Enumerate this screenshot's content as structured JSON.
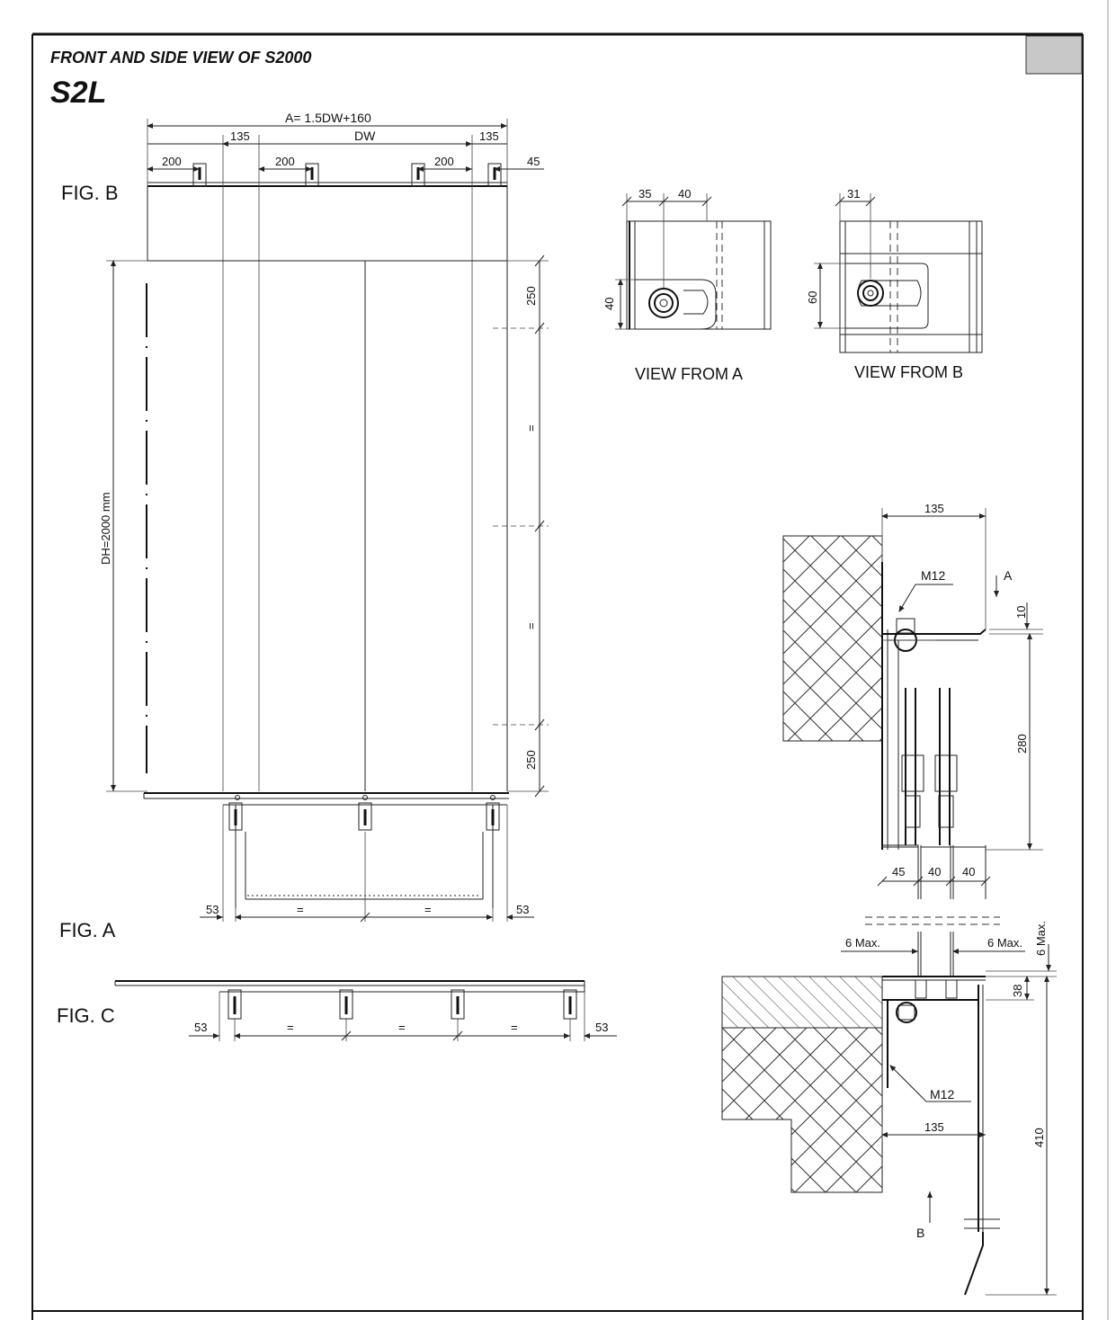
{
  "header": {
    "subtitle": "FRONT AND SIDE VIEW OF S2000",
    "title": "S2L"
  },
  "figures": {
    "fig_a": "FIG. A",
    "fig_b": "FIG. B",
    "fig_c": "FIG. C"
  },
  "views": {
    "view_a": "VIEW FROM A",
    "view_b": "VIEW FROM B"
  },
  "fig_b_dims": {
    "overall": "A= 1.5DW+160",
    "dw": "DW",
    "side_left": "135",
    "side_right": "135",
    "bracket_1": "200",
    "bracket_2": "200",
    "bracket_3": "200",
    "edge": "45"
  },
  "fig_a_dims": {
    "height": "DH=2000 mm",
    "top": "250",
    "bottom": "250",
    "mid_1": "=",
    "mid_2": "=",
    "edge_left": "53",
    "edge_right": "53",
    "span_1": "=",
    "span_2": "="
  },
  "fig_c_dims": {
    "edge_left": "53",
    "edge_right": "53",
    "span_1": "=",
    "span_2": "=",
    "span_3": "="
  },
  "view_a_dims": {
    "w1": "35",
    "w2": "40",
    "h": "40"
  },
  "view_b_dims": {
    "w": "31",
    "h": "60"
  },
  "section_dims": {
    "top_width": "135",
    "bolt_top": "M12",
    "arrow_a": "A",
    "gap": "10",
    "track_height": "280",
    "d45": "45",
    "d40a": "40",
    "d40b": "40",
    "max_left": "6 Max.",
    "max_right": "6 Max.",
    "max_vert": "6 Max.",
    "d38": "38",
    "bolt_bottom": "M12",
    "bottom_width": "135",
    "d410": "410",
    "arrow_b": "B"
  },
  "colors": {
    "line": "#222222",
    "corner_block": "#c8c8c8"
  }
}
